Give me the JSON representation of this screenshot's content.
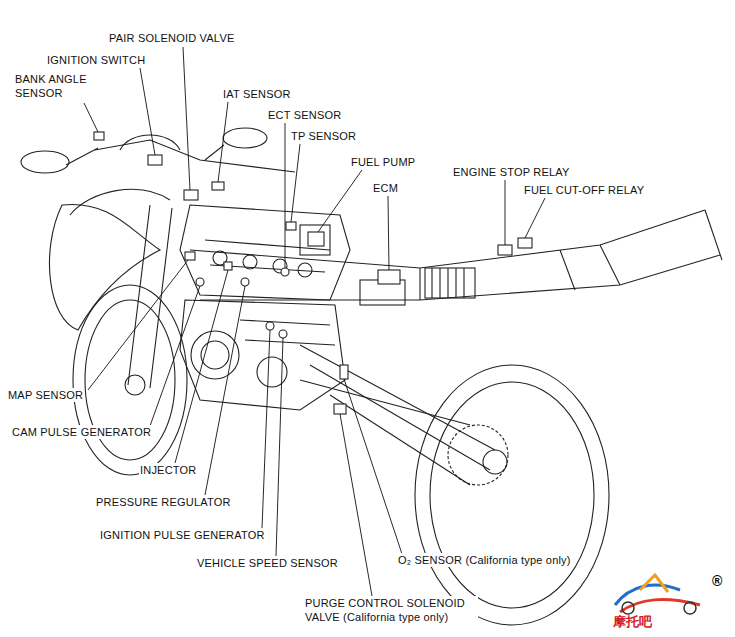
{
  "diagram": {
    "labels": [
      "PAIR SOLENOID VALVE",
      "IGNITION SWITCH",
      "BANK ANGLE SENSOR",
      "IAT SENSOR",
      "ECT SENSOR",
      "TP SENSOR",
      "FUEL PUMP",
      "ECM",
      "ENGINE STOP RELAY",
      "FUEL CUT-OFF RELAY",
      "MAP SENSOR",
      "CAM PULSE GENERATOR",
      "INJECTOR",
      "PRESSURE REGULATOR",
      "IGNITION PULSE GENERATOR",
      "VEHICLE SPEED SENSOR",
      "O₂ SENSOR (California type only)",
      "PURGE CONTROL SOLENOID VALVE (California type only)",
      "摩托吧",
      "®"
    ]
  }
}
